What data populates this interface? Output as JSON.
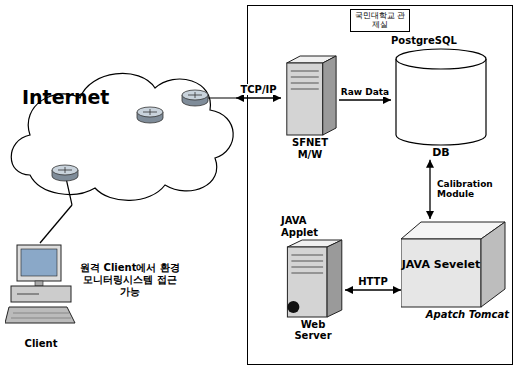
{
  "diagram": {
    "nodes": [
      {
        "text": [
          "Internet"
        ]
      },
      {
        "text": [
          "Client"
        ]
      },
      {
        "text": [
          "국민대학교 관제실"
        ]
      },
      {
        "text": [
          "SFNET M/W"
        ],
        "in": 2
      },
      {
        "text": [
          "PostgreSQL",
          "DB"
        ],
        "in": 2
      },
      {
        "text": [
          "JAVA Sevelet",
          "Apatch Tomcat"
        ],
        "in": 2
      },
      {
        "text": [
          "JAVA Applet",
          "Web Server"
        ],
        "in": 2
      }
    ],
    "edges": [
      {
        "from": 0,
        "to": 3,
        "label": "TCP/IP",
        "arrow": "both"
      },
      {
        "from": 3,
        "to": 4,
        "label": "Raw Data",
        "arrow": "to"
      },
      {
        "from": 4,
        "to": 5,
        "label": "Calibration Module",
        "arrow": "both"
      },
      {
        "from": 6,
        "to": 5,
        "label": "HTTP",
        "arrow": "both"
      },
      {
        "from": 0,
        "to": 1,
        "arrow": "none"
      }
    ],
    "labels": [
      "원격 Client에서 환경모니터링시스템 접근 가능"
    ]
  }
}
